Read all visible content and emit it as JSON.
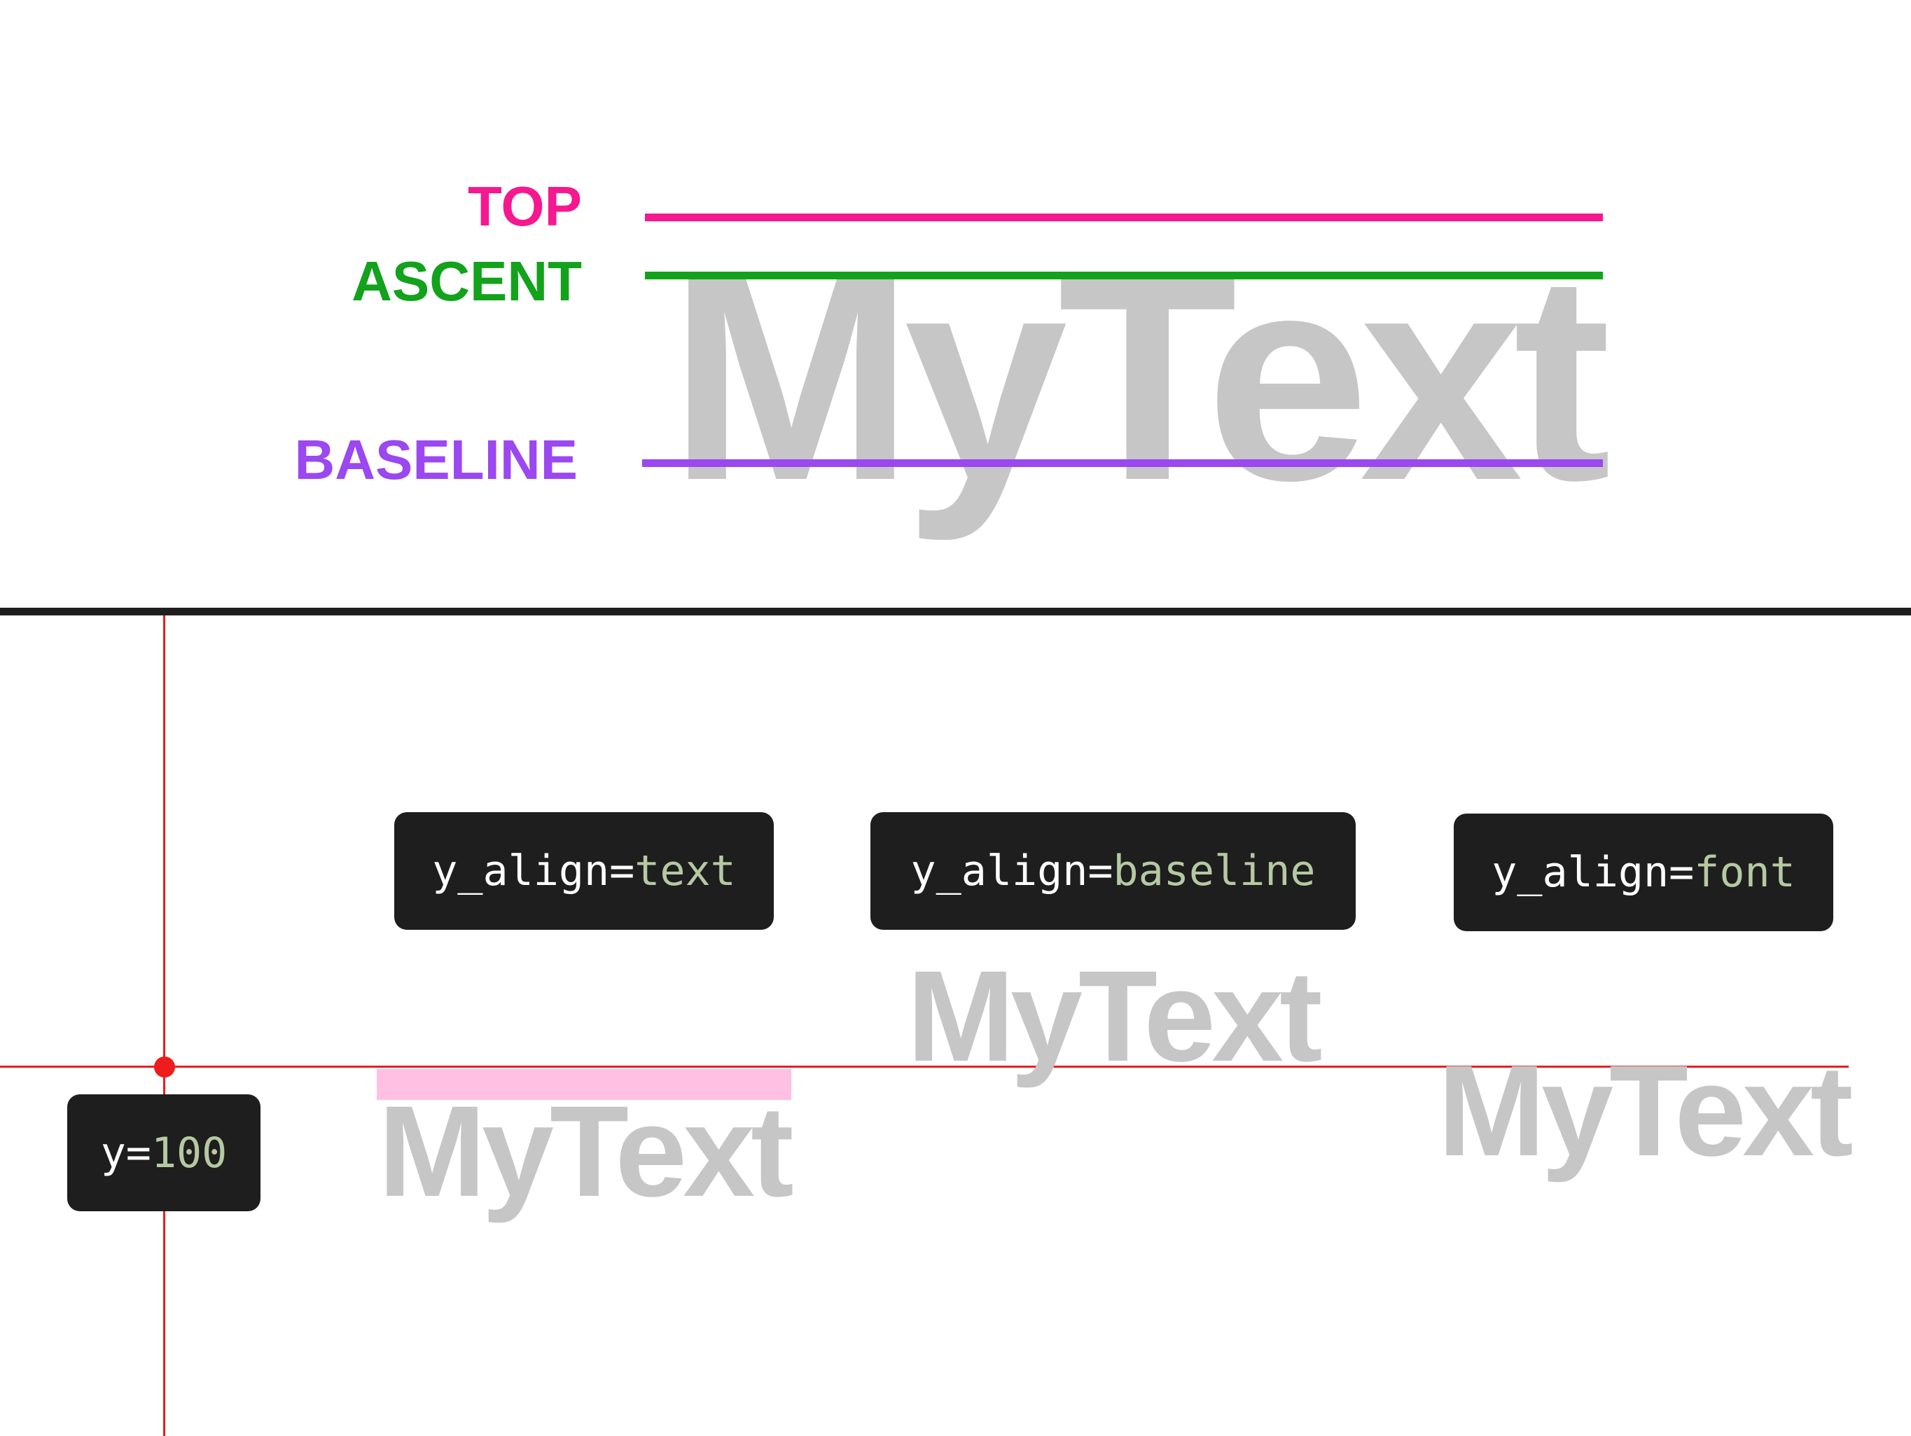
{
  "top": {
    "labels": {
      "top": "TOP",
      "ascent": "ASCENT",
      "baseline": "BASELINE"
    },
    "sample_text": "MyText",
    "colors": {
      "top": "#f5188f",
      "ascent": "#12a21b",
      "baseline": "#9b48f0",
      "glyph": "#c6c6c6"
    }
  },
  "bottom": {
    "y_label": {
      "key": "y=",
      "value": "100"
    },
    "samples": [
      {
        "key": "y_align=",
        "value": "text",
        "text": "MyText"
      },
      {
        "key": "y_align=",
        "value": "baseline",
        "text": "MyText"
      },
      {
        "key": "y_align=",
        "value": "font",
        "text": "MyText"
      }
    ],
    "colors": {
      "guide": "#ee1c1c",
      "highlight": "#ffc0e3",
      "divider": "#1e1e1e",
      "code_bg": "#1e1e1e",
      "code_value": "#b5c9a2"
    }
  }
}
